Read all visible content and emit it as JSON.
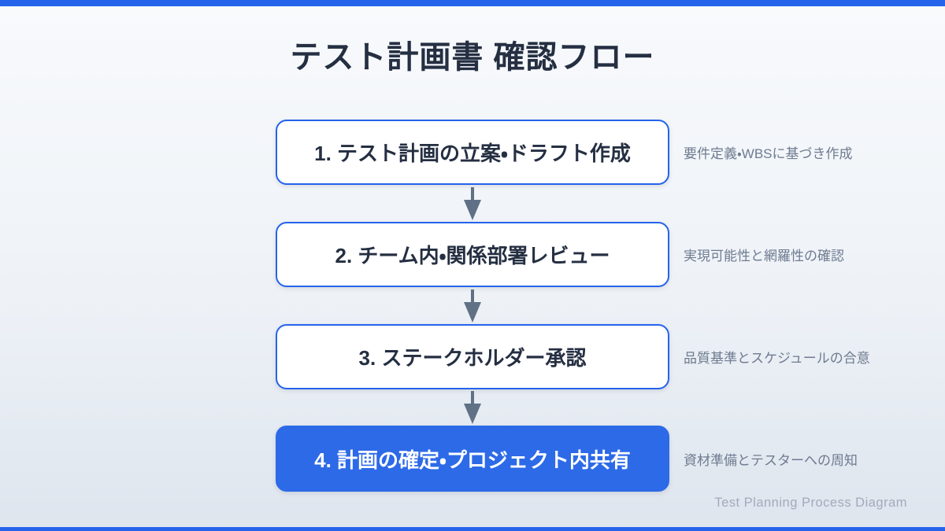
{
  "page": {
    "title": "テスト計画書 確認フロー"
  },
  "steps": [
    {
      "label": "1. テスト計画の立案・ドラフト作成",
      "note": "要件定義・WBSに基づき作成",
      "variant": "outline"
    },
    {
      "label": "2. チーム内・関係部署レビュー",
      "note": "実現可能性と網羅性の確認",
      "variant": "outline"
    },
    {
      "label": "3. ステークホルダー承認",
      "note": "品質基準とスケジュールの合意",
      "variant": "outline"
    },
    {
      "label": "4. 計画の確定・プロジェクト内共有",
      "note": "資材準備とテスターへの周知",
      "variant": "filled"
    }
  ],
  "footer": {
    "credit": "Test Planning Process Diagram"
  },
  "colors": {
    "accent": "#2563eb",
    "final_step_fill": "#2d6ae8",
    "heading_text": "#252f42",
    "note_text": "#6e7b90",
    "arrow": "#607186",
    "footer_text": "#a2abbc",
    "background_top": "#f8fafc",
    "background_bottom": "#dee5ee"
  }
}
